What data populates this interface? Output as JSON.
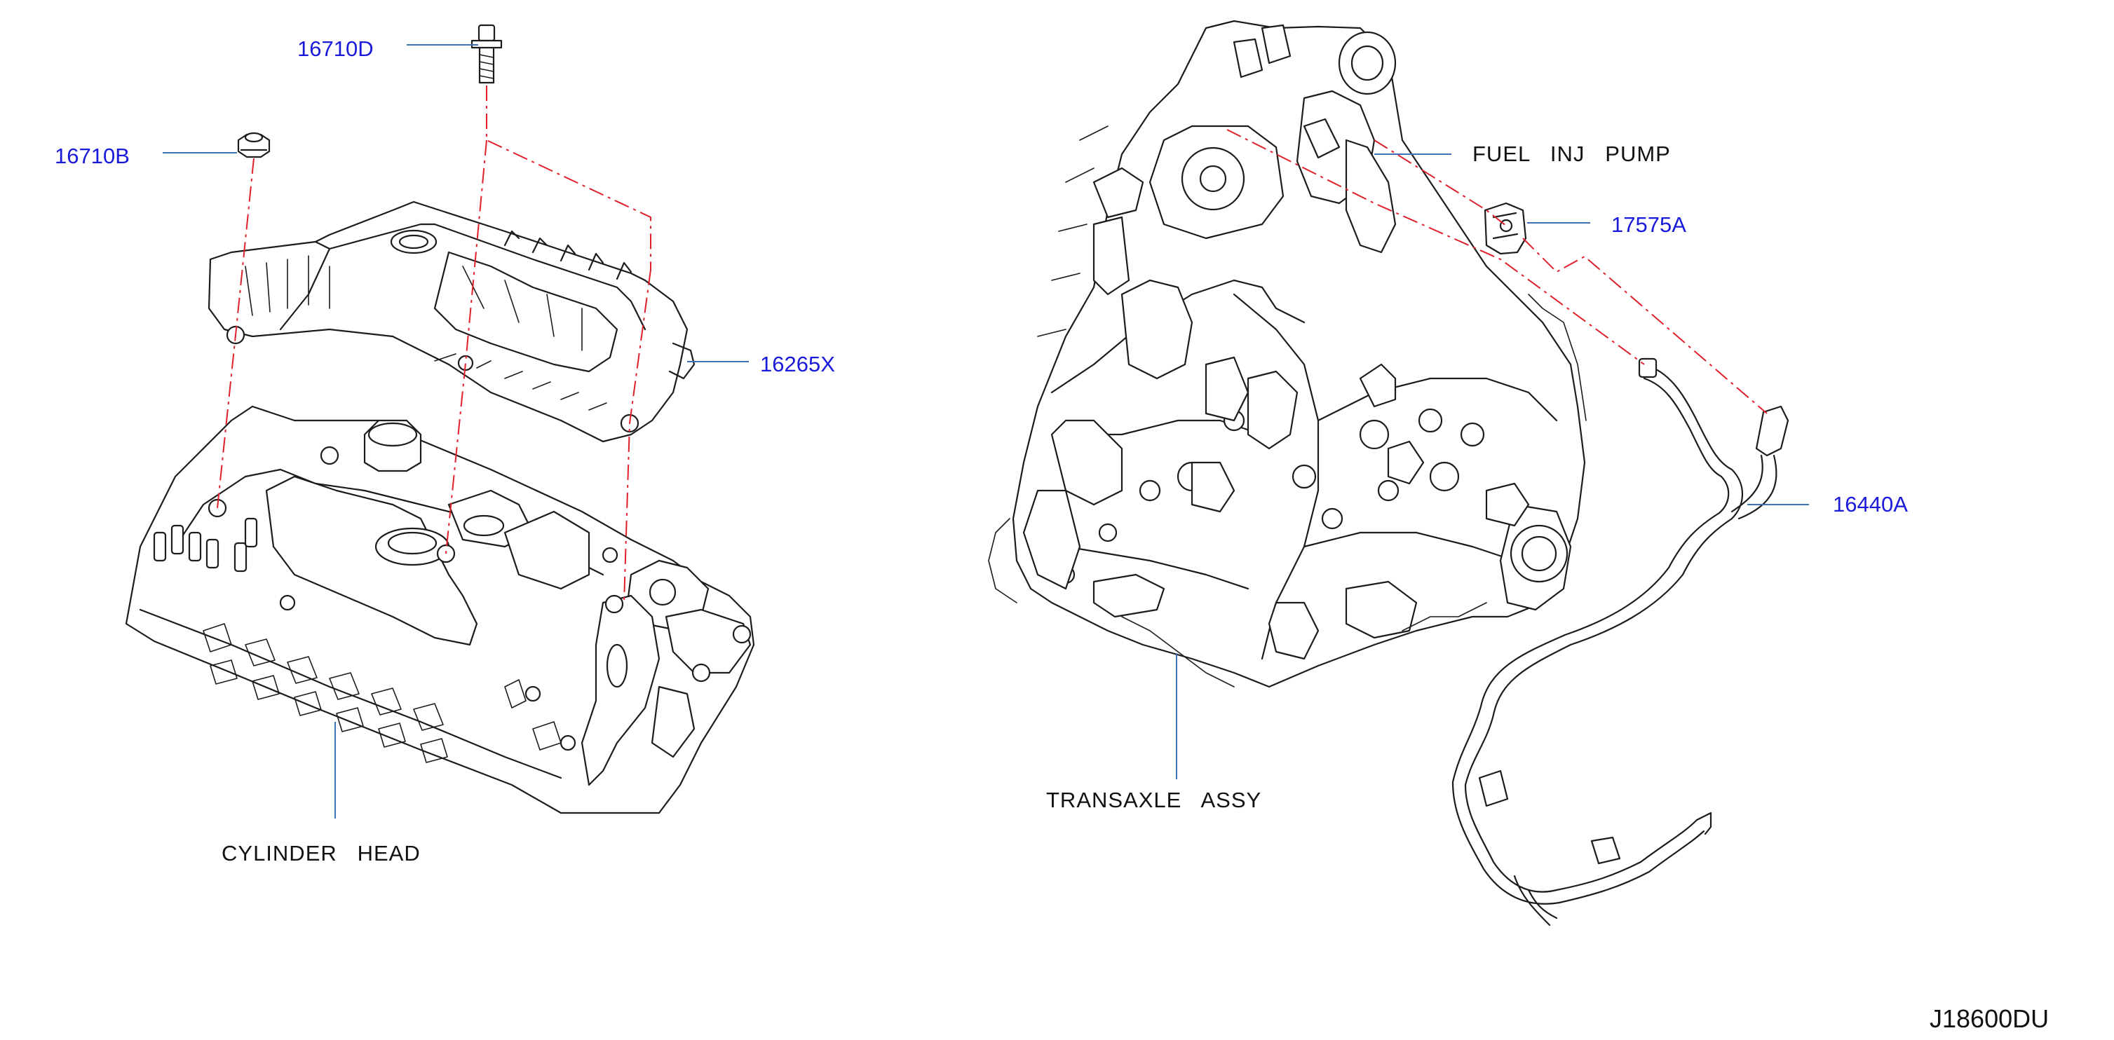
{
  "labels": {
    "bolt_16710d": "16710D",
    "nut_16710b": "16710B",
    "cover_16265x": "16265X",
    "cylinder_head": "CYLINDER   HEAD",
    "fuel_inj_pump": "FUEL   INJ   PUMP",
    "clamp_17575a": "17575A",
    "hose_16440a": "16440A",
    "transaxle_assy": "TRANSAXLE   ASSY",
    "diagram_code": "J18600DU"
  },
  "colors": {
    "part_number": "#1a1adb",
    "leader_line": "#3b6fb6",
    "alignment_line": "#e0202a",
    "line_art": "#1c1c1c"
  }
}
